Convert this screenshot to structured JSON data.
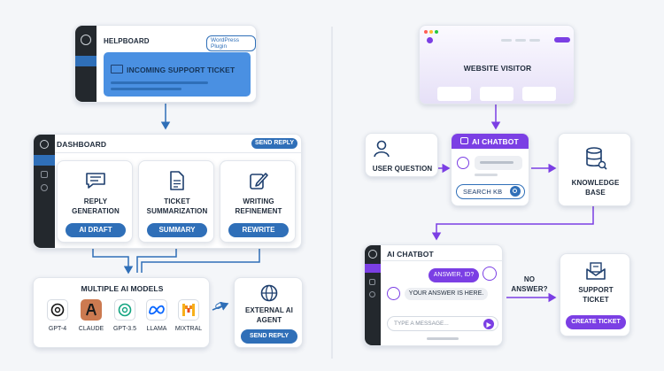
{
  "left": {
    "helpboard": {
      "app_name": "HELPBOARD",
      "badge": "WordPress Plugin",
      "ticket_label": "INCOMING SUPPORT TICKET"
    },
    "dashboard": {
      "title": "DASHBOARD",
      "send_reply": "SEND REPLY",
      "features": [
        {
          "title": "REPLY GENERATION",
          "button": "AI DRAFT",
          "icon": "chat-icon"
        },
        {
          "title": "TICKET SUMMARIZATION",
          "button": "SUMMARY",
          "icon": "document-icon"
        },
        {
          "title": "WRITING REFINEMENT",
          "button": "REWRITE",
          "icon": "pencil-icon"
        }
      ]
    },
    "models": {
      "title": "MULTIPLE AI MODELS",
      "items": [
        {
          "name": "GPT-4",
          "icon": "openai-icon"
        },
        {
          "name": "CLAUDE",
          "icon": "claude-icon"
        },
        {
          "name": "GPT-3.5",
          "icon": "openai-icon"
        },
        {
          "name": "LLAMA",
          "icon": "meta-icon"
        },
        {
          "name": "MIXTRAL",
          "icon": "mistral-icon"
        }
      ]
    },
    "agent": {
      "title": "EXTERNAL AI AGENT",
      "button": "SEND REPLY"
    }
  },
  "right": {
    "visitor": {
      "label": "WEBSITE VISITOR"
    },
    "question": {
      "label": "USER QUESTION"
    },
    "chatbot": {
      "title": "AI CHATBOT",
      "search": "SEARCH KB"
    },
    "kb": {
      "label": "KNOWLEDGE BASE"
    },
    "chat_window": {
      "title": "AI CHATBOT",
      "user_msg": "ANSWER, ID?",
      "bot_msg": "YOUR ANSWER IS HERE.",
      "placeholder": "TYPE A MESSAGE..."
    },
    "no_answer": "NO ANSWER?",
    "support": {
      "title": "SUPPORT TICKET",
      "button": "CREATE TICKET"
    }
  },
  "colors": {
    "blue": "#2f6fb8",
    "purple": "#7b3fe4",
    "dark": "#23282d"
  }
}
